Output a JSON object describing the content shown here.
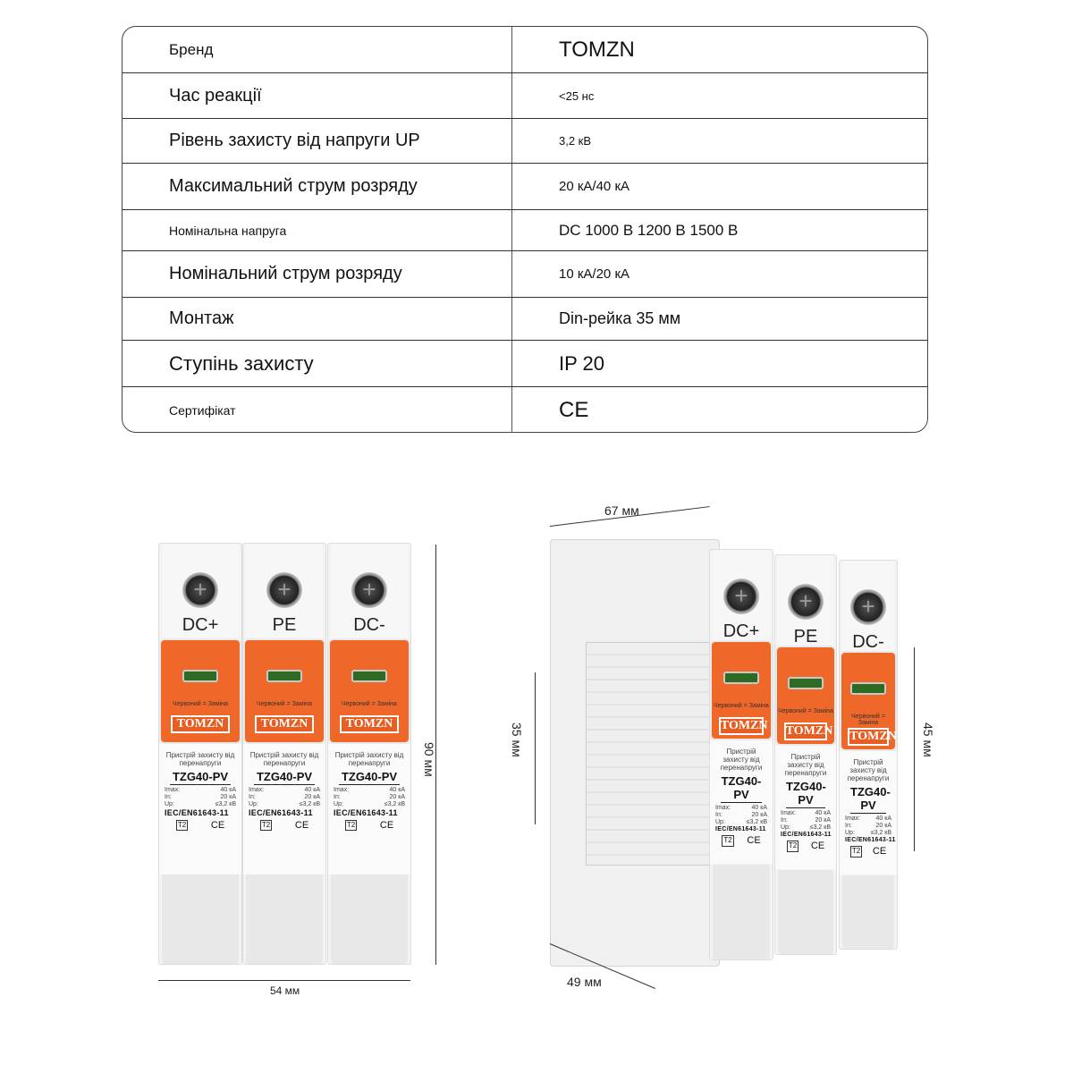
{
  "specs": [
    {
      "key": "Бренд",
      "value": "TOMZN"
    },
    {
      "key": "Час реакції",
      "value": "<25 нс"
    },
    {
      "key": "Рівень захисту від напруги UP",
      "value": "3,2 кВ"
    },
    {
      "key": "Максимальний струм розряду",
      "value": "20 кА/40 кА"
    },
    {
      "key": "Номінальна напруга",
      "value": "DC 1000 В 1200 В 1500 В"
    },
    {
      "key": "Номінальний струм розряду",
      "value": "10 кА/20 кА"
    },
    {
      "key": "Монтаж",
      "value": "Din-рейка 35 мм"
    },
    {
      "key": "Ступінь захисту",
      "value": "IP 20"
    },
    {
      "key": "Сертифікат",
      "value": "CE"
    }
  ],
  "module": {
    "terminals": [
      "DC+",
      "PE",
      "DC-"
    ],
    "replace_text": "Червоний = Заміна",
    "brand": "TOMZN",
    "title": "Пристрій захисту від перенапруги",
    "model": "TZG40-PV",
    "imax_label": "Imax:",
    "imax": "40 кА",
    "in_label": "In:",
    "in": "20 кА",
    "up_label": "Up:",
    "up": "≤3,2 кВ",
    "standard": "IEC/EN61643-11",
    "type_mark": "T2",
    "ce_mark": "CE"
  },
  "dimensions": {
    "height": "90 мм",
    "width": "54 мм",
    "depth_top": "67 мм",
    "rail": "35 мм",
    "front": "45 мм",
    "depth_bottom": "49 мм"
  },
  "colors": {
    "orange": "#f0672a",
    "led": "#2d6a22"
  }
}
